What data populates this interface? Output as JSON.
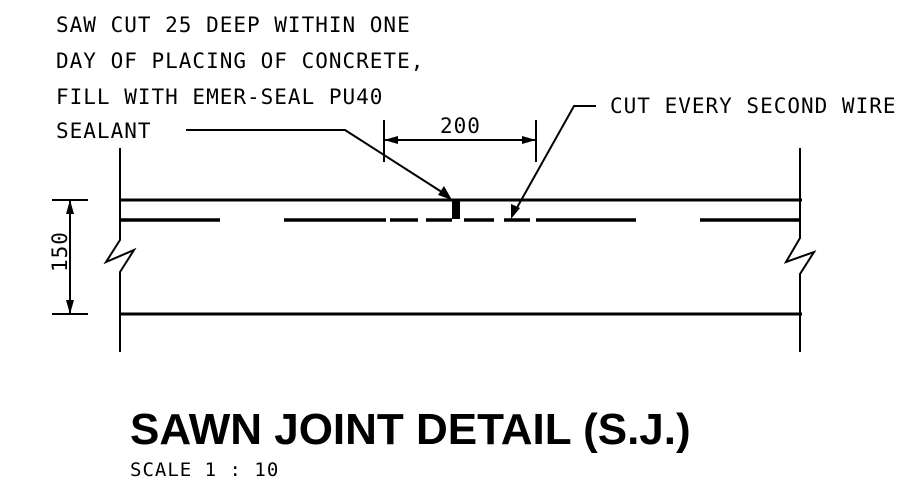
{
  "note_saw_cut": {
    "line1": "SAW CUT 25 DEEP WITHIN ONE",
    "line2": "DAY OF PLACING OF CONCRETE,",
    "line3": "FILL WITH EMER-SEAL PU40",
    "line4": "SEALANT"
  },
  "note_wire": "CUT EVERY SECOND WIRE",
  "dimension_width": "200",
  "dimension_depth": "150",
  "title": "SAWN JOINT DETAIL (S.J.)",
  "scale": "SCALE 1 : 10",
  "colors": {
    "line": "#000000",
    "background": "#ffffff"
  }
}
